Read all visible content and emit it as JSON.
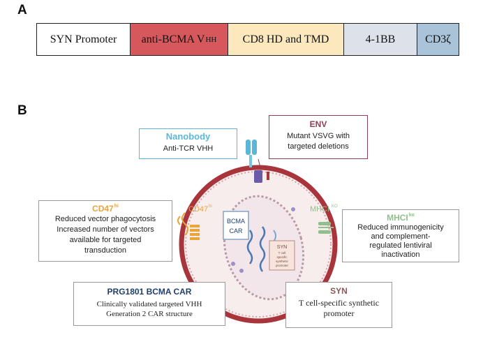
{
  "panel_a": {
    "letter": "A",
    "segments": [
      {
        "label": "SYN Promoter",
        "sub": "",
        "color": "#ffffff"
      },
      {
        "label": "anti-BCMA V",
        "sub": "HH",
        "color": "#d6585c"
      },
      {
        "label": "CD8 HD and TMD",
        "sub": "",
        "color": "#fbe8bc"
      },
      {
        "label": "4-1BB",
        "sub": "",
        "color": "#dde2ea"
      },
      {
        "label": "CD3ζ",
        "sub": "",
        "color": "#a9c3d9"
      }
    ]
  },
  "panel_b": {
    "letter": "B",
    "callouts": {
      "nanobody": {
        "title": "Nanobody",
        "body": "Anti-TCR VHH"
      },
      "env": {
        "title": "ENV",
        "body": "Mutant VSVG with targeted deletions"
      },
      "cd47": {
        "title": "CD47",
        "sup": "hi",
        "lines": [
          "Reduced vector phagocytosis",
          "Increased number of vectors",
          "available for targeted",
          "transduction"
        ]
      },
      "mhci": {
        "title": "MHCI",
        "sup": "ko",
        "lines": [
          "Reduced immunogenicity",
          "and complement-",
          "regulated lentiviral",
          "inactivation"
        ]
      },
      "prg": {
        "title": "PRG1801 BCMA CAR",
        "lines": [
          "Clinically validated targeted VHH",
          "Generation 2 CAR structure"
        ]
      },
      "syn": {
        "title": "SYN",
        "lines": [
          "T cell-specific synthetic",
          "promoter"
        ]
      }
    },
    "particle_labels": {
      "cd47": "CD47",
      "cd47_sup": "hi",
      "mhci": "MHCI",
      "mhci_sup": "KO",
      "bcma_line1": "BCMA",
      "bcma_line2": "CAR",
      "syn_title": "SYN",
      "syn_body": [
        "T cell",
        "specific",
        "synthetic",
        "promoter"
      ]
    },
    "colors": {
      "membrane": "#a8353b",
      "nanobody": "#5cb6d8",
      "env": "#8e3e52",
      "cd47": "#e9a43a",
      "mhci": "#8fbf8a",
      "prg": "#1f3f6d",
      "syn": "#8a5a5a",
      "env_protein": "#6a5aa8"
    }
  }
}
